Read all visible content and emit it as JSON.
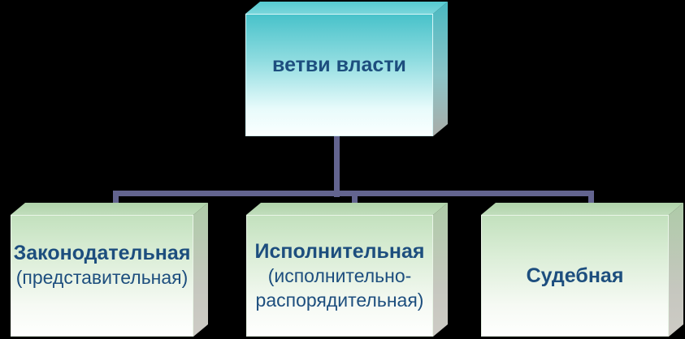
{
  "colors": {
    "background": "#000000",
    "connector": "#63648F",
    "teal-front-top": "#48C2CA",
    "teal-border": "#D6F6F7",
    "green-front-top": "#C3E1BE",
    "green-border": "#E9F5E7",
    "text-navy": "#1D4E7E"
  },
  "root_box": {
    "label": "ветви власти"
  },
  "branches": [
    {
      "title": "Законодательная",
      "subtitle": "(представительная)"
    },
    {
      "title": "Исполнительная",
      "subtitle": "(исполнительно-\nраспорядительная)"
    },
    {
      "title": "Судебная",
      "subtitle": ""
    }
  ]
}
